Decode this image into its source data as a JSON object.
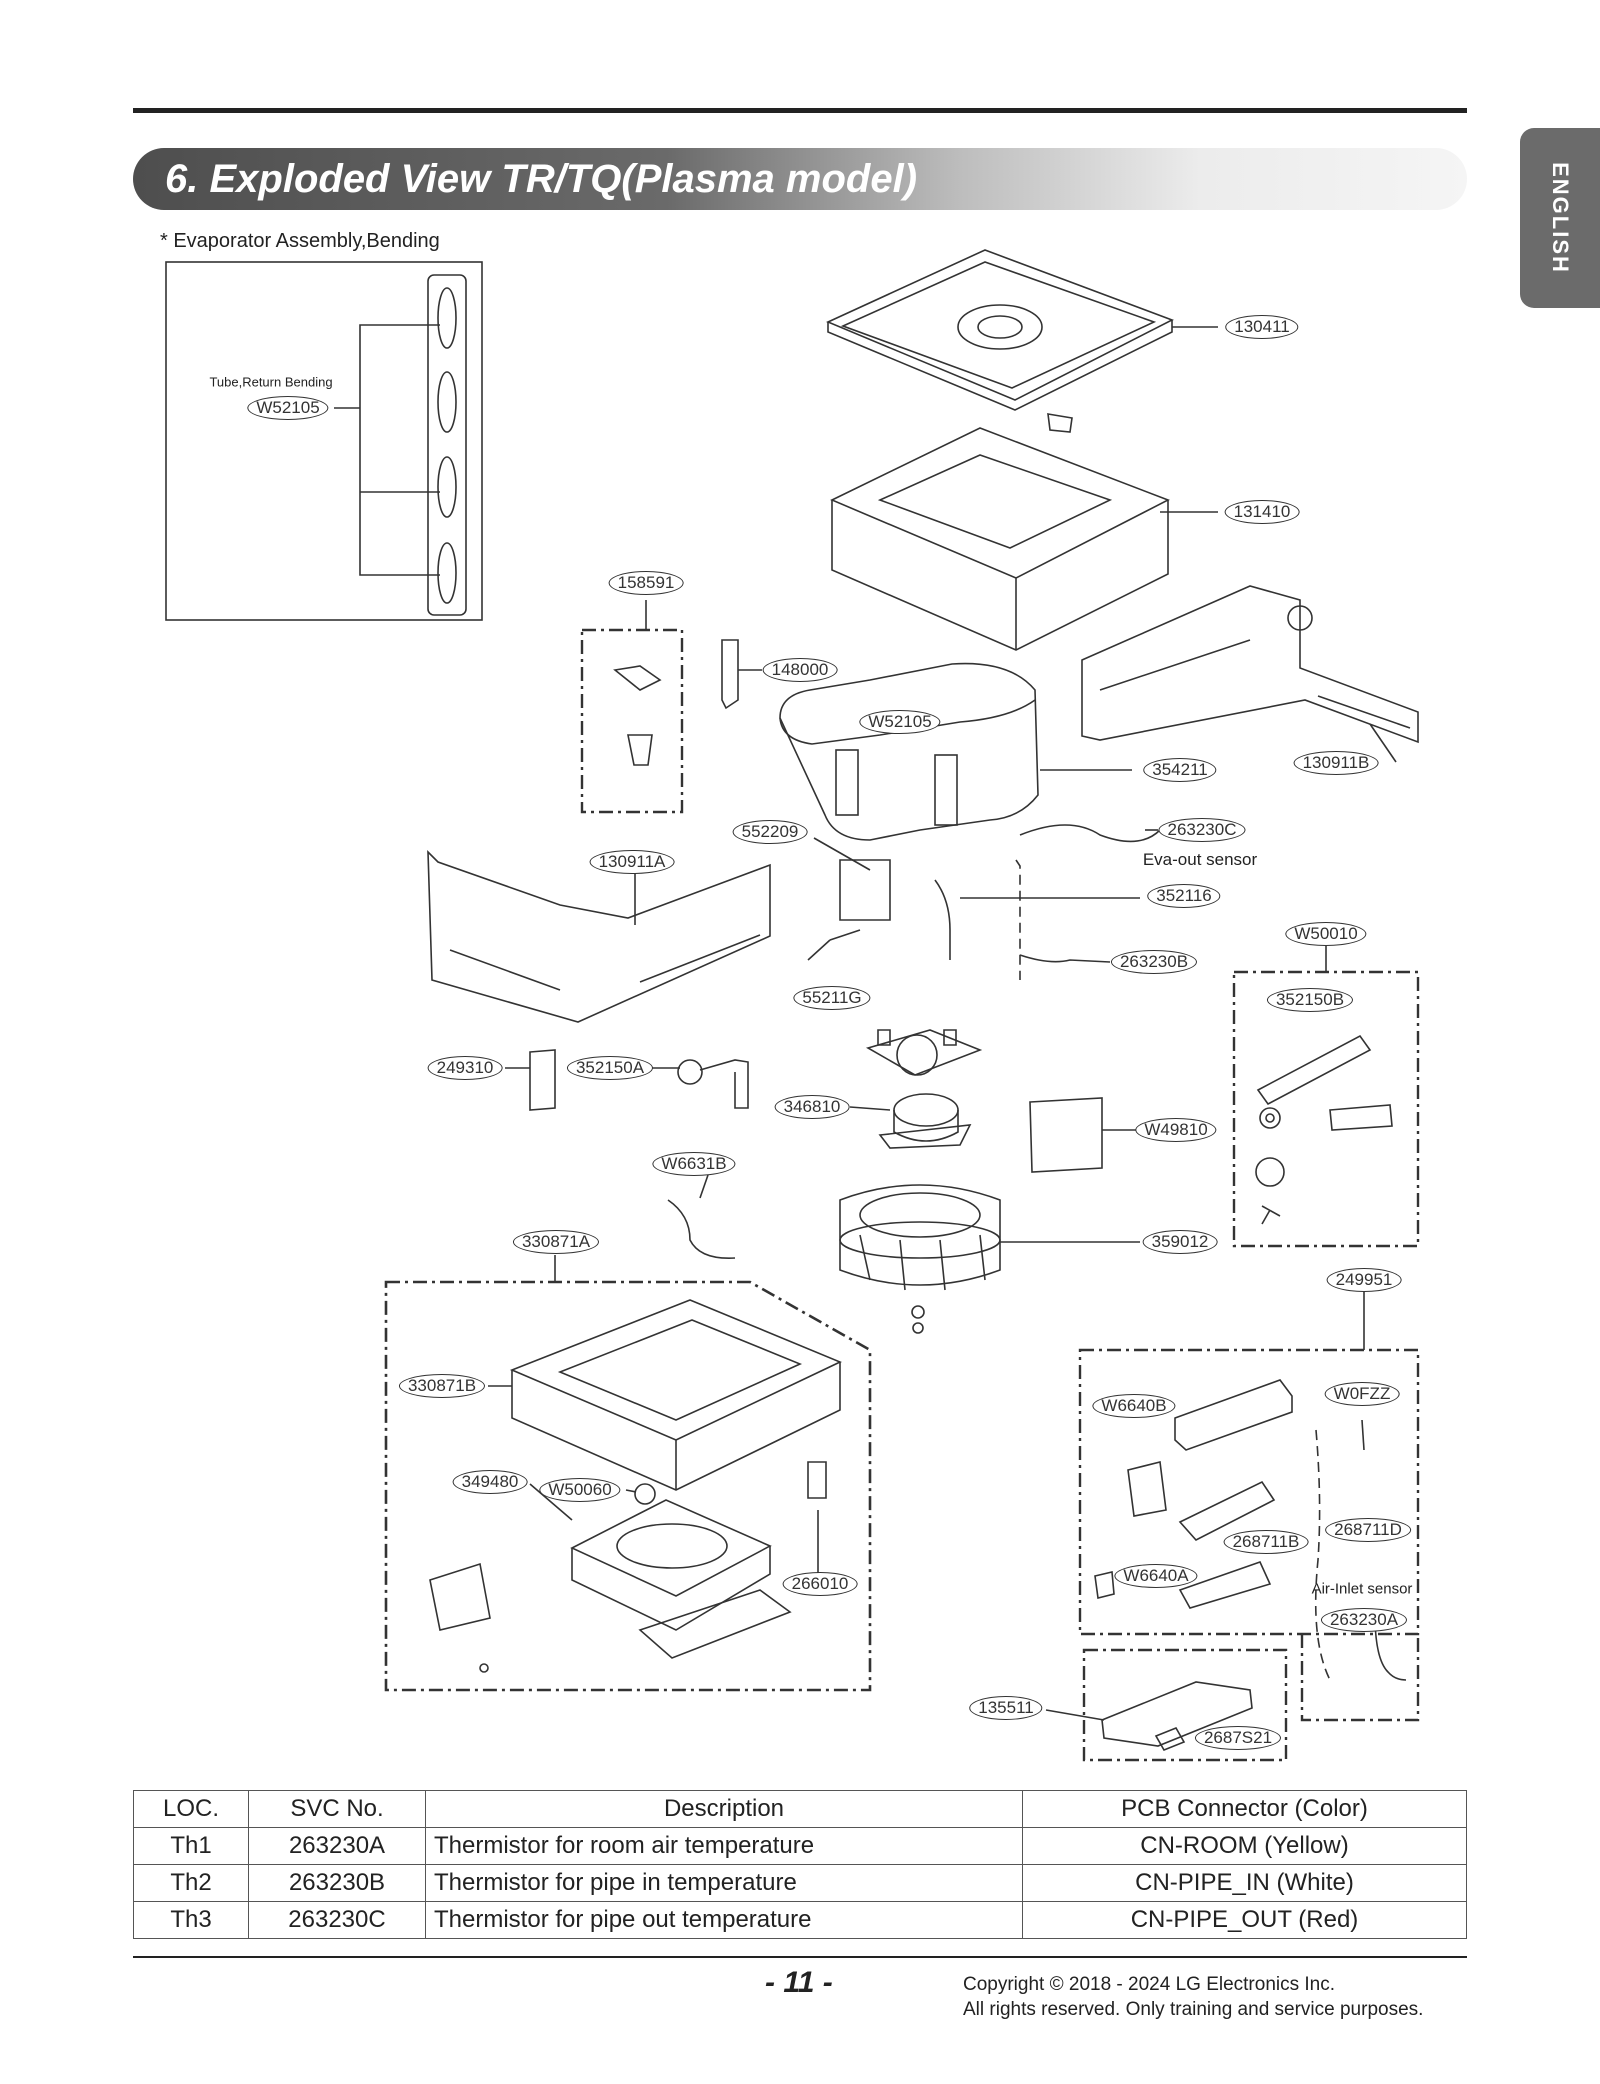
{
  "header": {
    "title": "6. Exploded View TR/TQ(Plasma model)",
    "language_tab": "ENGLISH"
  },
  "inset": {
    "caption": "* Evaporator Assembly,Bending",
    "label": "Tube,Return Bending",
    "code": "W52105"
  },
  "parts": {
    "p130411": "130411",
    "p131410": "131410",
    "p158591": "158591",
    "p148000": "148000",
    "pW52105": "W52105",
    "p354211": "354211",
    "p130911B": "130911B",
    "p552209": "552209",
    "p263230C": "263230C",
    "p130911A": "130911A",
    "p352116": "352116",
    "pW50010": "W50010",
    "p263230B": "263230B",
    "p55211G": "55211G",
    "p352150B": "352150B",
    "p249310": "249310",
    "p352150A": "352150A",
    "p346810": "346810",
    "pW49810": "W49810",
    "pW6631B": "W6631B",
    "p330871A": "330871A",
    "p359012": "359012",
    "p249951": "249951",
    "p330871B": "330871B",
    "pW6640B": "W6640B",
    "pW0FZZ": "W0FZZ",
    "p349480": "349480",
    "pW50060": "W50060",
    "p268711D": "268711D",
    "p268711B": "268711B",
    "p266010": "266010",
    "pW6640A": "W6640A",
    "p263230A": "263230A",
    "p135511": "135511",
    "p2687S21": "2687S21"
  },
  "annotations": {
    "eva_out": "Eva-out sensor",
    "air_inlet": "Air-Inlet sensor"
  },
  "table": {
    "headers": [
      "LOC.",
      "SVC No.",
      "Description",
      "PCB Connector (Color)"
    ],
    "rows": [
      [
        "Th1",
        "263230A",
        "Thermistor for room air temperature",
        "CN-ROOM (Yellow)"
      ],
      [
        "Th2",
        "263230B",
        "Thermistor for pipe in temperature",
        "CN-PIPE_IN (White)"
      ],
      [
        "Th3",
        "263230C",
        "Thermistor for pipe out temperature",
        "CN-PIPE_OUT (Red)"
      ]
    ]
  },
  "footer": {
    "page_number": "- 11 -",
    "copyright_line1": "Copyright © 2018 - 2024 LG Electronics Inc.",
    "copyright_line2": "All rights reserved. Only training and service purposes."
  }
}
